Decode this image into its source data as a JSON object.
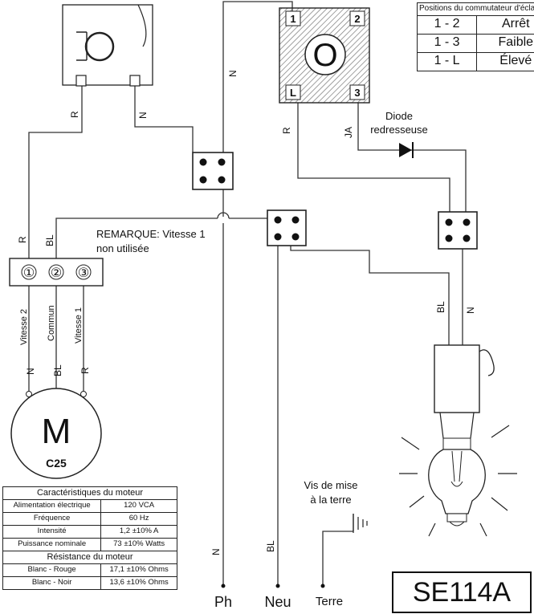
{
  "wire_codes": {
    "n": "N",
    "r": "R",
    "bl": "BL",
    "ja": "JA"
  },
  "components": {
    "motor_letter": "M",
    "motor_model": "C25",
    "motor_terminals": [
      "①",
      "②",
      "③"
    ],
    "motor_terminal_labels": [
      "Vitesse 2",
      "Commun",
      "Vitesse 1"
    ],
    "switch_letter": "O",
    "switch_terminals": [
      "1",
      "2",
      "L",
      "3"
    ],
    "diode_label_1": "Diode",
    "diode_label_2": "redresseuse",
    "note_1": "REMARQUE: Vitesse 1",
    "note_2": "non utilisée",
    "ground_label_1": "Vis de mise",
    "ground_label_2": "à la terre"
  },
  "terminals": {
    "ph": "Ph",
    "neu": "Neu",
    "terre": "Terre"
  },
  "switch_table": {
    "header": "Positions du commutateur d'éclairage",
    "rows": [
      {
        "pos": "1 - 2",
        "state": "Arrêt"
      },
      {
        "pos": "1 - 3",
        "state": "Faible"
      },
      {
        "pos": "1 - L",
        "state": "Élevé"
      }
    ]
  },
  "motor_table": {
    "title": "Caractéristiques du moteur",
    "rows": [
      {
        "label": "Alimentation électrique",
        "value": "120 VCA"
      },
      {
        "label": "Fréquence",
        "value": "60 Hz"
      },
      {
        "label": "Intensité",
        "value": "1,2 ±10% A"
      },
      {
        "label": "Puissance nominale",
        "value": "73 ±10% Watts"
      }
    ],
    "subtitle": "Résistance du moteur",
    "res_rows": [
      {
        "label": "Blanc - Rouge",
        "value": "17,1 ±10% Ohms"
      },
      {
        "label": "Blanc - Noir",
        "value": "13,6 ±10% Ohms"
      }
    ]
  },
  "model_code": "SE114A"
}
